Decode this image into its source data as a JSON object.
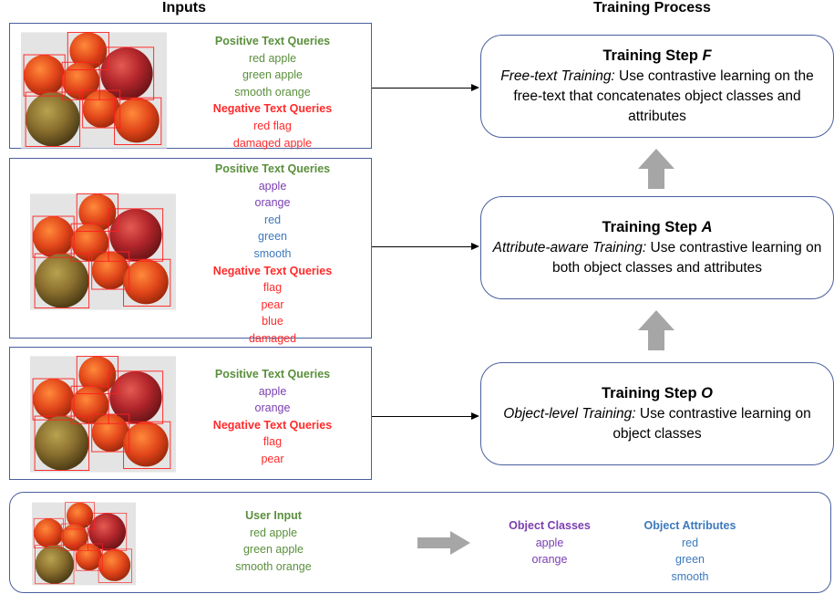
{
  "headers": {
    "inputs": "Inputs",
    "training": "Training Process"
  },
  "inputs": [
    {
      "positive_heading": "Positive Text Queries",
      "positive": [
        {
          "text": "red apple",
          "kind": "pos"
        },
        {
          "text": "green apple",
          "kind": "pos"
        },
        {
          "text": "smooth orange",
          "kind": "pos"
        }
      ],
      "negative_heading": "Negative Text Queries",
      "negative": [
        {
          "text": "red flag",
          "kind": "neg"
        },
        {
          "text": "damaged apple",
          "kind": "neg"
        }
      ]
    },
    {
      "positive_heading": "Positive Text Queries",
      "positive": [
        {
          "text": "apple",
          "kind": "obj"
        },
        {
          "text": "orange",
          "kind": "obj"
        },
        {
          "text": "red",
          "kind": "attr"
        },
        {
          "text": "green",
          "kind": "attr"
        },
        {
          "text": "smooth",
          "kind": "attr"
        }
      ],
      "negative_heading": "Negative Text Queries",
      "negative": [
        {
          "text": "flag",
          "kind": "neg"
        },
        {
          "text": "pear",
          "kind": "neg"
        },
        {
          "text": "blue",
          "kind": "neg"
        },
        {
          "text": "damaged",
          "kind": "neg"
        }
      ]
    },
    {
      "positive_heading": "Positive Text Queries",
      "positive": [
        {
          "text": "apple",
          "kind": "obj"
        },
        {
          "text": "orange",
          "kind": "obj"
        }
      ],
      "negative_heading": "Negative Text Queries",
      "negative": [
        {
          "text": "flag",
          "kind": "neg"
        },
        {
          "text": "pear",
          "kind": "neg"
        }
      ]
    }
  ],
  "steps": [
    {
      "title": "Training Step ",
      "letter": "F",
      "mode": "Free-text Training:",
      "desc": " Use contrastive learning on the free-text that concatenates object classes and attributes"
    },
    {
      "title": "Training Step ",
      "letter": "A",
      "mode": "Attribute-aware Training:",
      "desc": " Use contrastive learning on both object classes and attributes"
    },
    {
      "title": "Training Step ",
      "letter": "O",
      "mode": "Object-level Training:",
      "desc": " Use contrastive learning on object classes"
    }
  ],
  "bottom": {
    "user_input_heading": "User Input",
    "user_input": [
      "red apple",
      "green apple",
      "smooth orange"
    ],
    "object_classes_heading": "Object Classes",
    "object_classes": [
      "apple",
      "orange"
    ],
    "object_attributes_heading": "Object Attributes",
    "object_attributes": [
      "red",
      "green",
      "smooth"
    ]
  },
  "colors": {
    "positive": "#5a8f3c",
    "negative": "#ff2a2a",
    "object": "#7a3eb0",
    "attribute": "#3c79bd",
    "border": "#4a5f9e",
    "gray_arrow": "#a6a6a6"
  }
}
